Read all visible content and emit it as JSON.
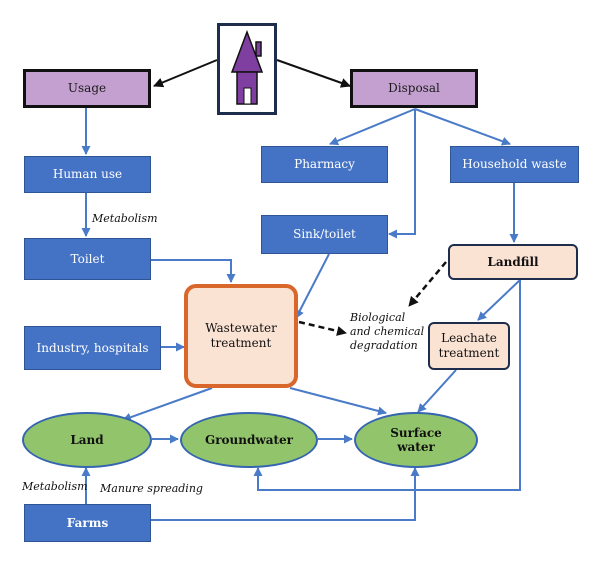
{
  "colors": {
    "process_box": "#4472c4",
    "usage_disposal_box": "#c3a0cf",
    "treatment_box": "#fbe3d4",
    "treatment_border": "#d9662a",
    "compartment_ellipse": "#92c56b",
    "arrow": "#4a7bc8",
    "house_icon": "#7f3fa0"
  },
  "icons": {
    "house": "house-icon"
  },
  "top": {
    "usage": "Usage",
    "disposal": "Disposal"
  },
  "sources": {
    "human_use": "Human use",
    "toilet": "Toilet",
    "industry": "Industry, hospitals",
    "pharmacy": "Pharmacy",
    "household_waste": "Household waste",
    "sink_toilet": "Sink/toilet",
    "farms": "Farms"
  },
  "treatment": {
    "landfill": "Landfill",
    "wastewater_line1": "Wastewater",
    "wastewater_line2": "treatment",
    "leachate_line1": "Leachate",
    "leachate_line2": "treatment"
  },
  "compartments": {
    "land": "Land",
    "groundwater": "Groundwater",
    "surface_line1": "Surface",
    "surface_line2": "water"
  },
  "notes": {
    "metabolism_top": "Metabolism",
    "degradation_line1": "Biological",
    "degradation_line2": "and chemical",
    "degradation_line3": "degradation",
    "metabolism_bottom": "Metabolism",
    "manure": "Manure spreading"
  }
}
